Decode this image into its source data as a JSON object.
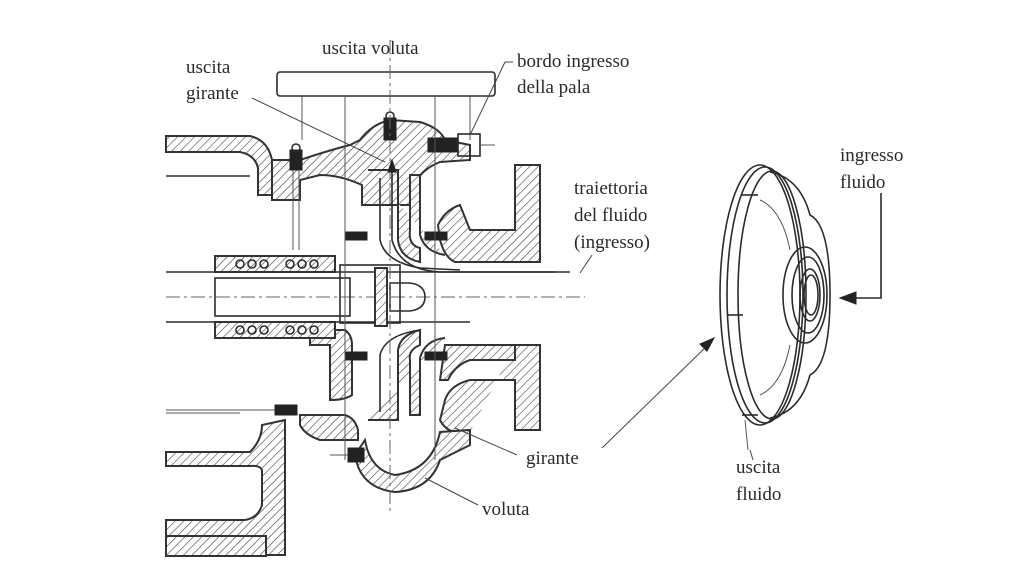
{
  "figure": {
    "subject": "centrifugal pump cross-section and impeller",
    "labels": {
      "uscita_voluta": "uscita voluta",
      "uscita_girante_1": "uscita",
      "uscita_girante_2": "girante",
      "bordo_ingresso_1": "bordo ingresso",
      "bordo_ingresso_2": "della pala",
      "traiettoria_1": "traiettoria",
      "traiettoria_2": "del fluido",
      "traiettoria_3": "(ingresso)",
      "ingresso_fluido_1": "ingresso",
      "ingresso_fluido_2": "fluido",
      "girante": "girante",
      "voluta": "voluta",
      "uscita_fluido_1": "uscita",
      "uscita_fluido_2": "fluido"
    }
  }
}
